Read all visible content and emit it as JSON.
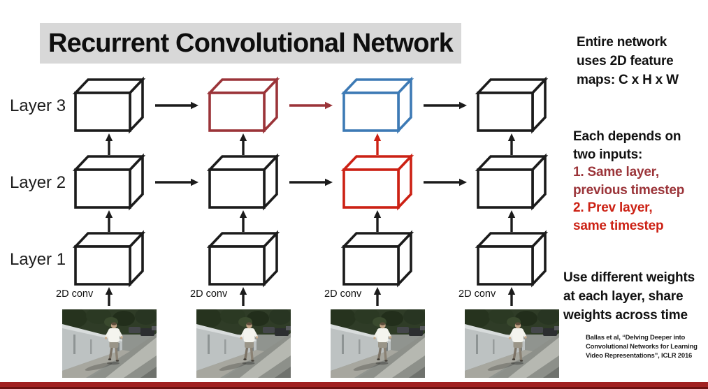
{
  "slide": {
    "title": "Recurrent Convolutional Network"
  },
  "colors": {
    "black": "#1b1b1b",
    "maroon": "#9b3439",
    "red": "#cc2114",
    "blue": "#3d7ab5",
    "highlight": "#d8d8d8",
    "footer": "#a12121",
    "footer_edge": "#6d1212"
  },
  "layers": [
    {
      "label": "Layer 3"
    },
    {
      "label": "Layer 2"
    },
    {
      "label": "Layer 1"
    }
  ],
  "conv_labels": [
    "2D conv",
    "2D conv",
    "2D conv",
    "2D conv"
  ],
  "diagram": {
    "rows": [
      {
        "name": "layer3",
        "boxes": [
          "black",
          "maroon",
          "blue",
          "black"
        ],
        "h_arrows": [
          "black",
          "maroon",
          "black"
        ]
      },
      {
        "name": "layer2",
        "boxes": [
          "black",
          "black",
          "red",
          "black"
        ],
        "h_arrows": [
          "black",
          "black",
          "black"
        ]
      },
      {
        "name": "layer1",
        "boxes": [
          "black",
          "black",
          "black",
          "black"
        ],
        "h_arrows": []
      }
    ],
    "v_arrows": {
      "l2_to_l3": [
        "black",
        "black",
        "red",
        "black"
      ],
      "l1_to_l2": [
        "black",
        "black",
        "black",
        "black"
      ],
      "input_to_l1": [
        "black",
        "black",
        "black",
        "black"
      ]
    }
  },
  "notes": {
    "feature_maps": {
      "lines": [
        "Entire network",
        "uses 2D feature",
        "maps: C x H x W"
      ]
    },
    "inputs": {
      "lines": [
        {
          "text": "Each depends on",
          "color": "black"
        },
        {
          "text": "two inputs:",
          "color": "black"
        },
        {
          "text": "1. Same layer,",
          "color": "maroon"
        },
        {
          "text": "previous timestep",
          "color": "maroon"
        },
        {
          "text": "2. Prev layer,",
          "color": "red"
        },
        {
          "text": "same timestep",
          "color": "red"
        }
      ]
    },
    "weights": {
      "lines": [
        "Use different weights",
        "at each layer, share",
        "weights across time"
      ]
    }
  },
  "citation": {
    "lines": [
      "Ballas et al, “Delving Deeper into",
      "Convolutional Networks for Learning",
      "Video Representations”, ICLR 2016"
    ]
  },
  "video_frames": [
    {
      "name": "video-frame-1"
    },
    {
      "name": "video-frame-2"
    },
    {
      "name": "video-frame-3"
    },
    {
      "name": "video-frame-4"
    }
  ]
}
